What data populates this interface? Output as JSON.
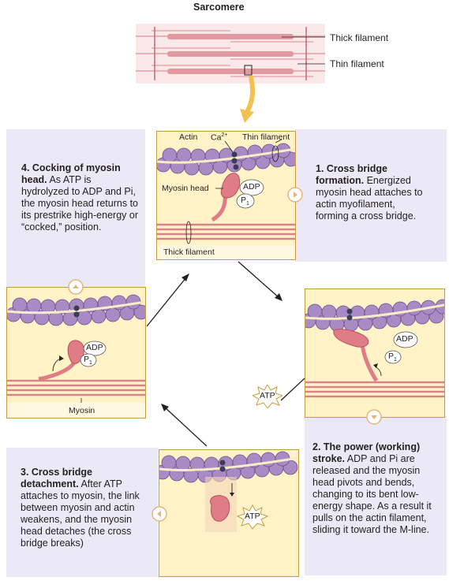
{
  "title": "Sarcomere",
  "sarcomere": {
    "thick_label": "Thick filament",
    "thin_label": "Thin filament"
  },
  "step1": {
    "heading": "1. Cross bridge formation.",
    "text": "Energized myosin head attaches to actin myofilament, forming a cross bridge.",
    "labels": {
      "actin": "Actin",
      "calcium": "Ca",
      "calcium_sup": "2+",
      "thin_filament": "Thin filament",
      "myosin_head": "Myosin head",
      "adp": "ADP",
      "pi": "P",
      "pi_sub": "1",
      "thick_filament": "Thick filament"
    }
  },
  "step2": {
    "heading": "2. The power (working) stroke.",
    "text": "ADP and Pi are released and the myosin head pivots and bends, changing to its bent low-energy shape. As a result it pulls on the actin filament, sliding it toward the M-line.",
    "labels": {
      "adp": "ADP",
      "pi": "P",
      "pi_sub": "1",
      "atp": "ATP"
    }
  },
  "step3": {
    "heading": "3. Cross bridge detachment.",
    "text": "After ATP attaches to myosin, the link between myosin and actin weakens, and the myosin head detaches (the cross bridge breaks)",
    "labels": {
      "atp": "ATP"
    }
  },
  "step4": {
    "heading": "4. Cocking of myosin head.",
    "text": "As ATP is hydrolyzed to ADP and Pi, the myosin head returns to its prestrike high-energy or “cocked,” position.",
    "labels": {
      "adp": "ADP",
      "pi": "P",
      "pi_sub": "1",
      "myosin": "Myosin"
    }
  },
  "colors": {
    "panel_bg": "#ebe9f5",
    "frame_bg": "#fff3c7",
    "frame_border": "#c89a3a",
    "actin_bead": "#a98ac4",
    "myosin": "#e07c86",
    "thick_filament": "#e3a1a6",
    "arrow_gold": "#f2c14e"
  }
}
